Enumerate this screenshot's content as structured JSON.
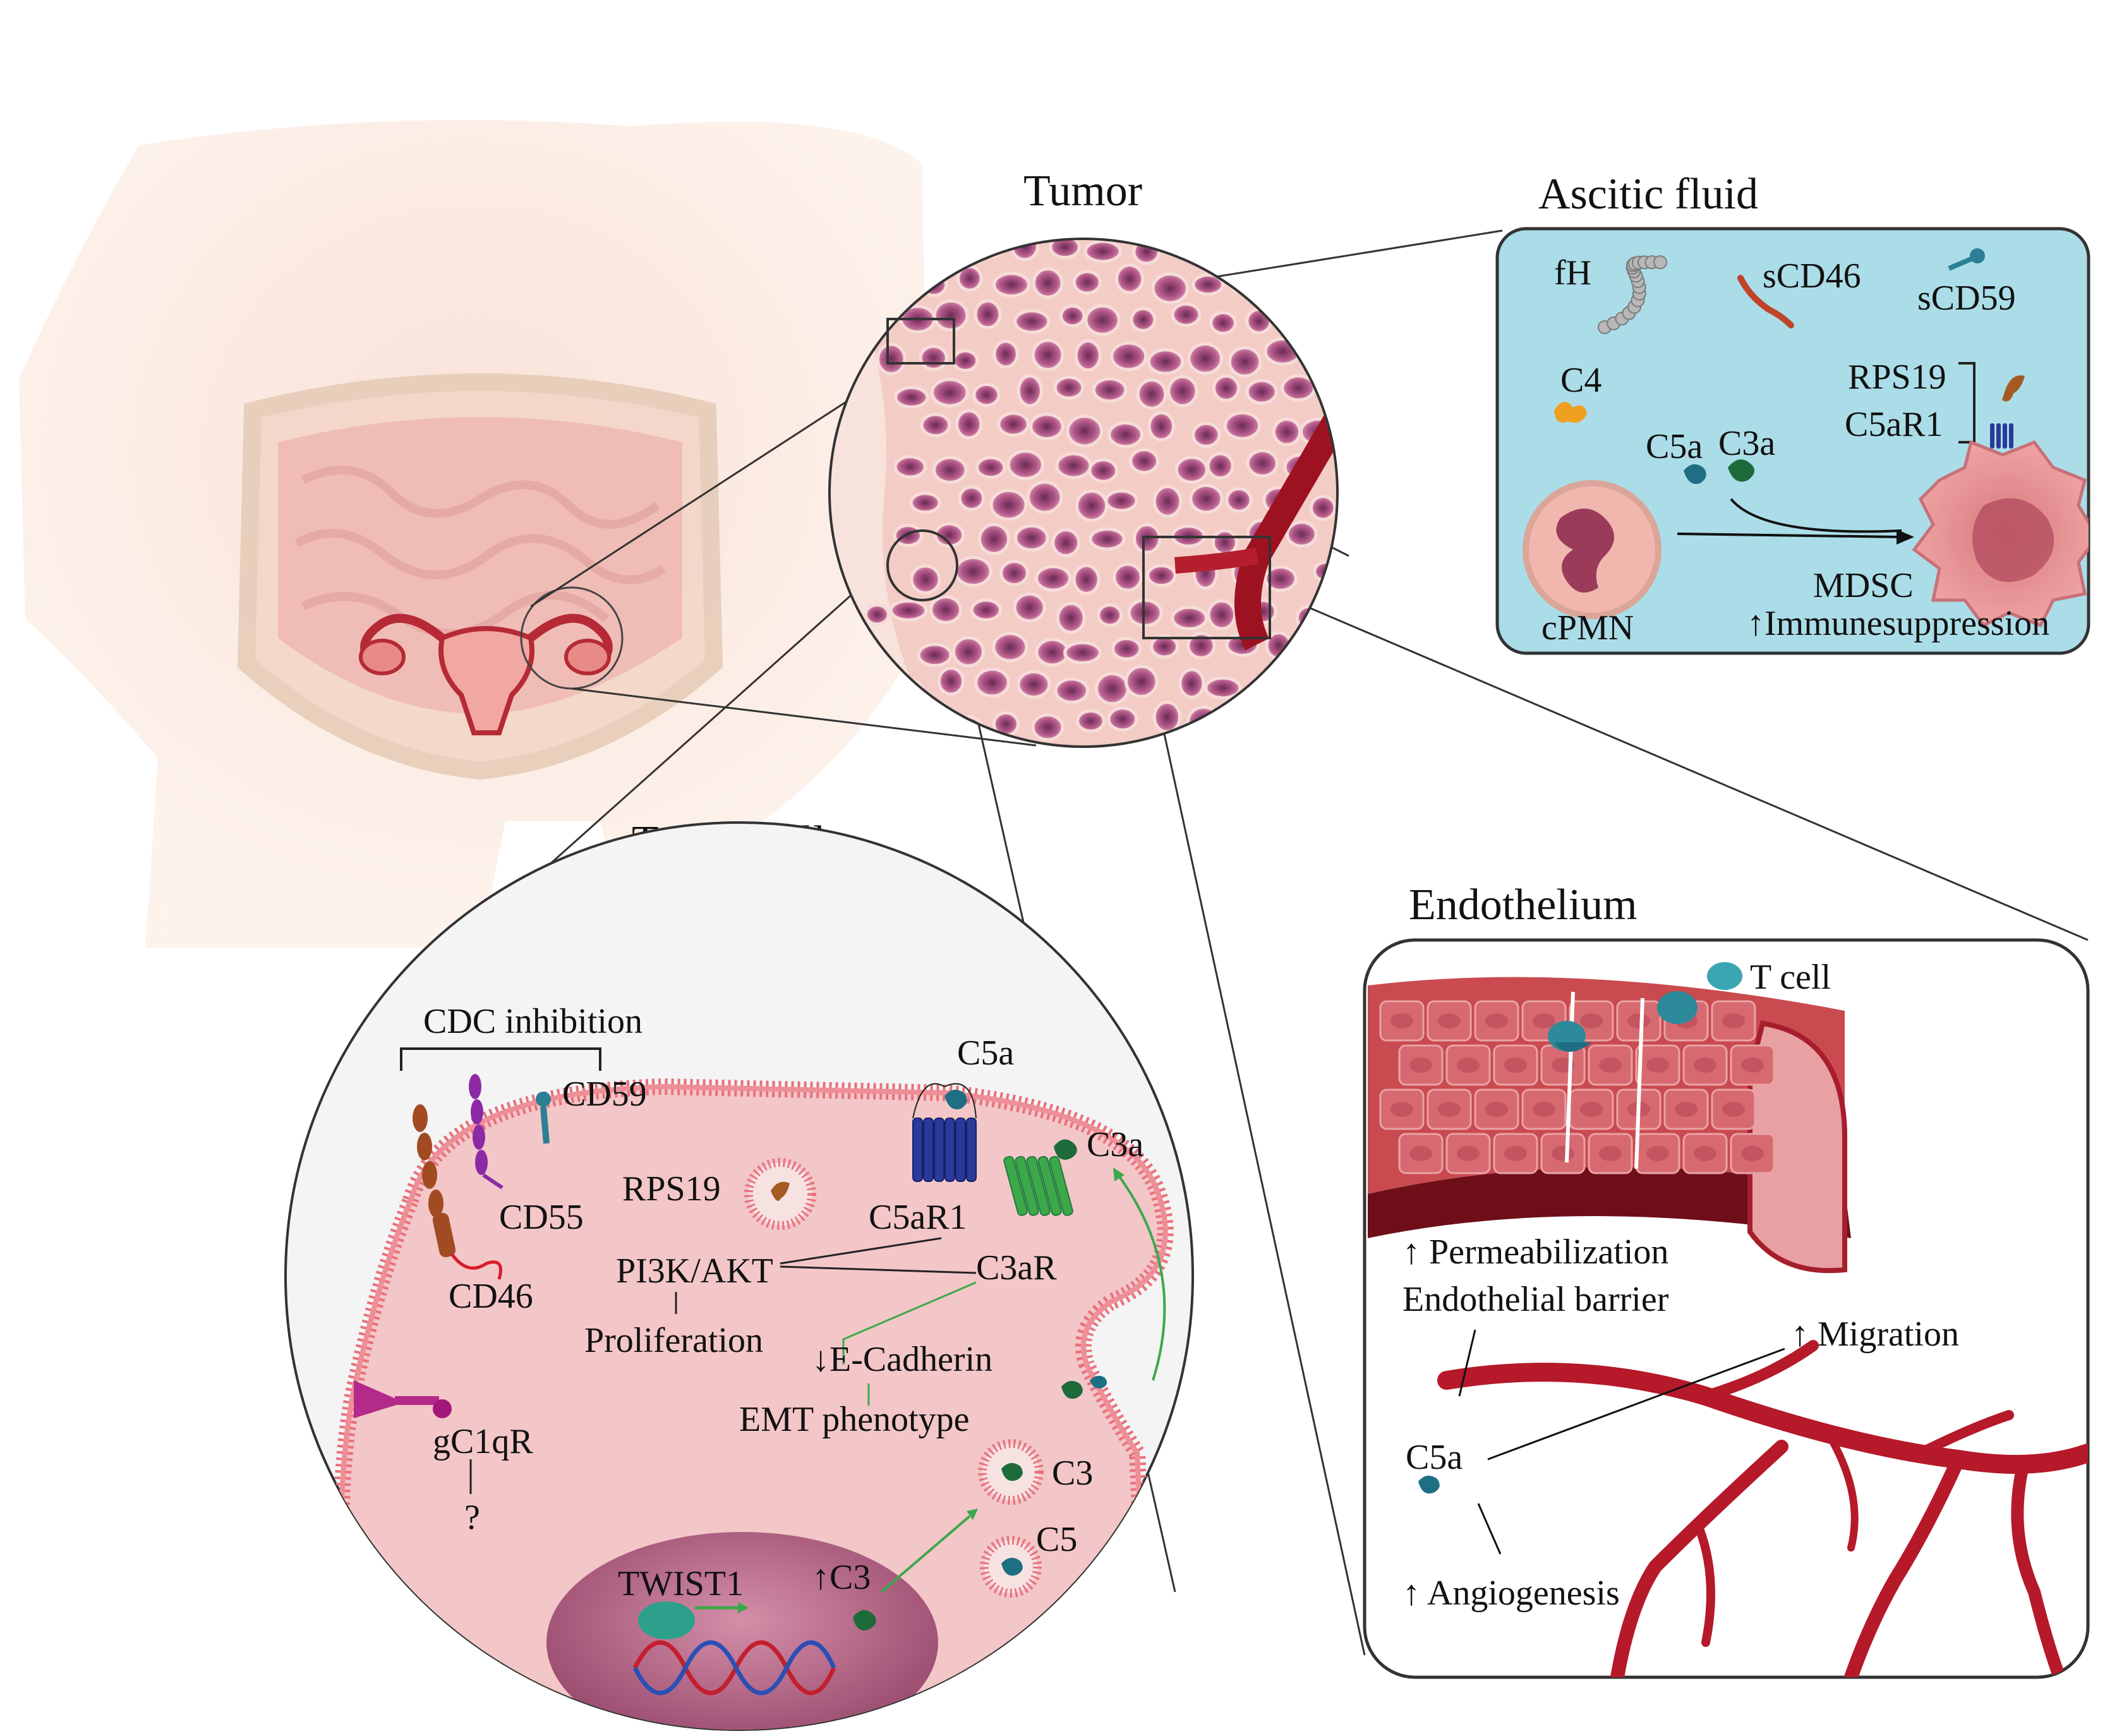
{
  "titles": {
    "tumor": "Tumor",
    "ascitic_fluid": "Ascitic fluid",
    "tumor_cell": "Tumor cell",
    "endothelium": "Endothelium"
  },
  "ascitic": {
    "fh": "fH",
    "scd46": "sCD46",
    "scd59": "sCD59",
    "c4": "C4",
    "rps19": "RPS19",
    "c5ar1": "C5aR1",
    "c5a": "C5a",
    "c3a": "C3a",
    "mdsc": "MDSC",
    "cpmn": "cPMN",
    "immunosuppression": "↑Immunesuppression"
  },
  "tumor_cell": {
    "cdc_inhibition": "CDC inhibition",
    "cd59": "CD59",
    "cd55": "CD55",
    "cd46": "CD46",
    "c5a": "C5a",
    "c3a": "C3a",
    "rps19": "RPS19",
    "c5ar1": "C5aR1",
    "c3ar": "C3aR",
    "pi3k_akt": "PI3K/AKT",
    "proliferation": "Proliferation",
    "e_cadherin": "↓E-Cadherin",
    "emt": "EMT phenotype",
    "gc1qr": "gC1qR",
    "question": "?",
    "c3_vesicle": "C3",
    "c5_vesicle": "C5",
    "twist1": "TWIST1",
    "c3_up": "↑C3"
  },
  "endothelium": {
    "t_cell": "T cell",
    "permeabilization": "↑ Permeabilization",
    "barrier": "Endothelial barrier",
    "migration": "↑ Migration",
    "c5a": "C5a",
    "angiogenesis": "↑ Angiogenesis"
  },
  "colors": {
    "skin": "#f6dccd",
    "tumor_tissue": "#f2c9c4",
    "tumor_nucleus": "#b24d82",
    "ascitic_bg": "#aadde9",
    "membrane": "#e9707b",
    "cytoplasm": "#f3c6c8",
    "nucleus": "#a85a7c",
    "vessel": "#b5192a",
    "teal": "#2c8a9a",
    "green": "#1f7a3e",
    "blue_receptor": "#2a3a9a",
    "green_receptor": "#3da84a"
  }
}
